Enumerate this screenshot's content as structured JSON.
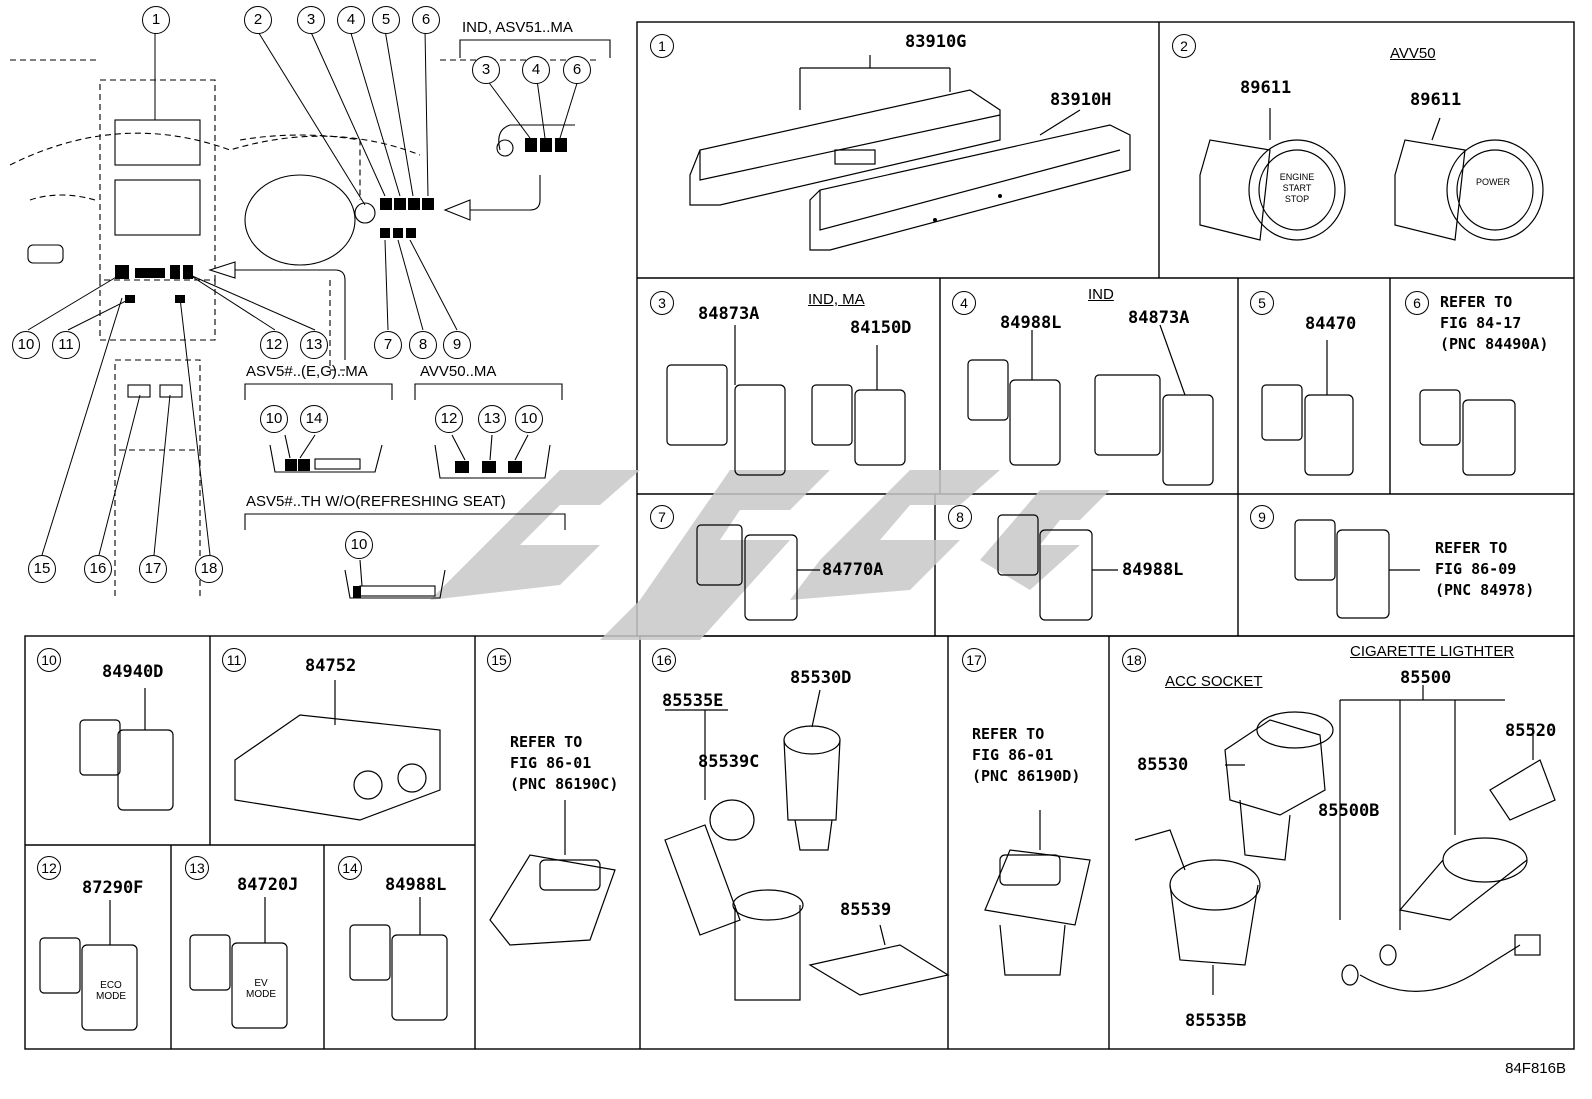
{
  "diagram_code": "84F816B",
  "overview": {
    "top_callouts": [
      "1",
      "2",
      "3",
      "4",
      "5",
      "6"
    ],
    "bottom_callouts": [
      "10",
      "11",
      "12",
      "13",
      "7",
      "8",
      "9"
    ],
    "lower_callouts": [
      "15",
      "16",
      "17",
      "18"
    ],
    "inset_ind_asv51": {
      "label": "IND, ASV51..MA",
      "callouts": [
        "3",
        "4",
        "6"
      ]
    },
    "inset_asv5_eg": {
      "label": "ASV5#..(E,G)..MA",
      "callouts": [
        "10",
        "14"
      ]
    },
    "inset_avv50": {
      "label": "AVV50..MA",
      "callouts": [
        "12",
        "13",
        "10"
      ]
    },
    "inset_asv5_th": {
      "label": "ASV5#..TH   W/O(REFRESHING SEAT)",
      "callouts": [
        "10"
      ]
    }
  },
  "panels": [
    {
      "id": "1",
      "parts": [
        "83910G",
        "83910H"
      ]
    },
    {
      "id": "2",
      "sublabel": "AVV50",
      "parts": [
        "89611",
        "89611"
      ],
      "switch_text_1": "ENGINE START STOP",
      "switch_text_2": "POWER"
    },
    {
      "id": "3",
      "sublabel": "IND, MA",
      "parts": [
        "84873A",
        "84150D"
      ]
    },
    {
      "id": "4",
      "sublabel": "IND",
      "parts": [
        "84988L",
        "84873A"
      ]
    },
    {
      "id": "5",
      "parts": [
        "84470"
      ]
    },
    {
      "id": "6",
      "note": "REFER TO\nFIG 84-17\n(PNC 84490A)"
    },
    {
      "id": "7",
      "parts": [
        "84770A"
      ]
    },
    {
      "id": "8",
      "parts": [
        "84988L"
      ]
    },
    {
      "id": "9",
      "note": "REFER TO\nFIG 86-09\n(PNC 84978)"
    },
    {
      "id": "10",
      "parts": [
        "84940D"
      ]
    },
    {
      "id": "11",
      "parts": [
        "84752"
      ]
    },
    {
      "id": "12",
      "parts": [
        "87290F"
      ],
      "switch_text": "ECO MODE"
    },
    {
      "id": "13",
      "parts": [
        "84720J"
      ],
      "switch_text": "EV MODE"
    },
    {
      "id": "14",
      "parts": [
        "84988L"
      ]
    },
    {
      "id": "15",
      "note": "REFER TO\nFIG 86-01\n(PNC 86190C)"
    },
    {
      "id": "16",
      "parts": [
        "85535E",
        "85539C",
        "85530D",
        "85539"
      ]
    },
    {
      "id": "17",
      "note": "REFER TO\nFIG 86-01\n(PNC 86190D)"
    },
    {
      "id": "18",
      "sublabel_1": "ACC SOCKET",
      "sublabel_2": "CIGARETTE LIGTHTER",
      "parts": [
        "85500",
        "85530",
        "85520",
        "85500B",
        "85535B"
      ]
    }
  ],
  "colors": {
    "line": "#000000",
    "watermark": "#c8c8c8"
  }
}
